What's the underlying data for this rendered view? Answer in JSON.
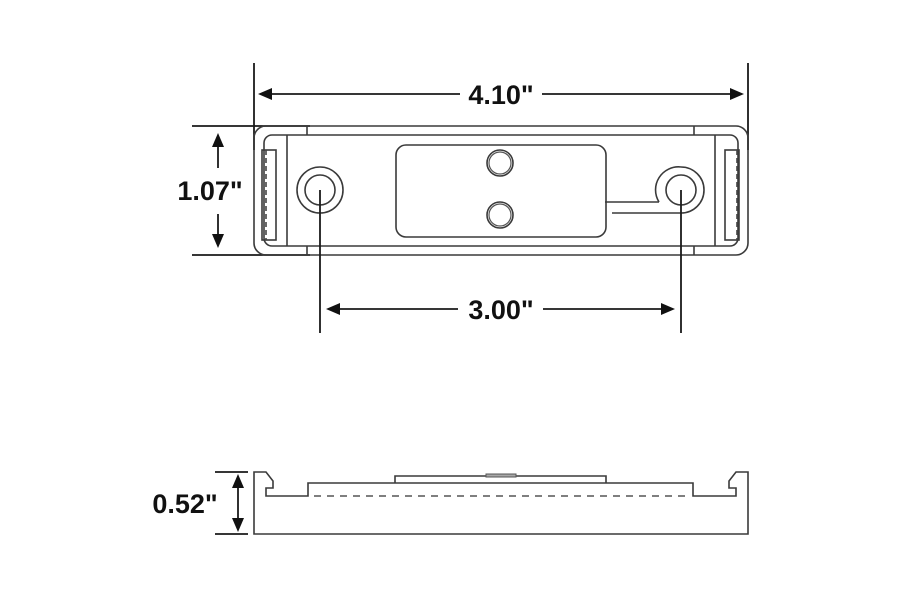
{
  "diagram": {
    "type": "technical-dimension-drawing",
    "subject": "Surface-mount light housing (top and side views)",
    "colors": {
      "background": "#ffffff",
      "line": "#3a3a3a",
      "dimension": "#111111"
    },
    "top_view": {
      "dimensions": {
        "overall_length": {
          "label": "4.10\"",
          "value": 4.1,
          "unit": "in"
        },
        "height": {
          "label": "1.07\"",
          "value": 1.07,
          "unit": "in"
        },
        "mounting_hole_spacing": {
          "label": "3.00\"",
          "value": 3.0,
          "unit": "in"
        }
      },
      "features": [
        "left-mounting-hole",
        "right-mounting-hole",
        "center-lens-panel",
        "two-center-screws",
        "left-end-slot",
        "right-end-slot"
      ]
    },
    "side_view": {
      "dimensions": {
        "depth": {
          "label": "0.52\"",
          "value": 0.52,
          "unit": "in"
        }
      },
      "features": [
        "base",
        "raised-lens",
        "end-hooks",
        "hidden-line"
      ]
    }
  }
}
